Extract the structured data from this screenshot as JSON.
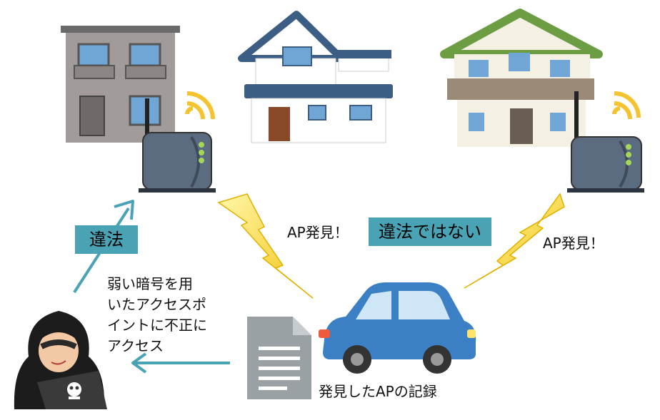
{
  "labels": {
    "illegal": "違法",
    "not_illegal": "違法ではない",
    "ap_found_left": "AP発見！",
    "ap_found_right": "AP発見！",
    "weak_crypto_lines": [
      "弱い暗号を用",
      "いたアクセスポ",
      "イントに不正に",
      "アクセス"
    ],
    "record_caption": "発見したAPの記録"
  },
  "colors": {
    "label_bg": "#4aa3b5",
    "arrow": "#4aa3b5",
    "lightning": "#f7d433",
    "car": "#3b7fc4",
    "router": "#5b6b80",
    "wifi_signal": "#f4c430"
  }
}
